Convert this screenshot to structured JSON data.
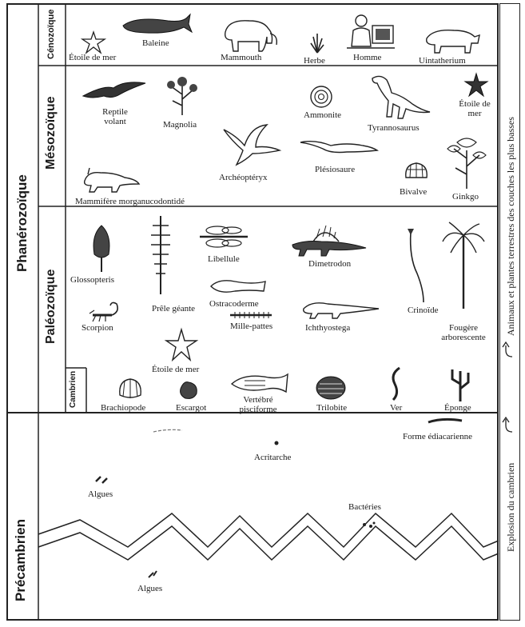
{
  "eons": {
    "phanerozoic": "Phanérozoïque",
    "precambrian": "Précambrien"
  },
  "eras": {
    "cenozoic": "Cénozoïque",
    "mesozoic": "Mésozoïque",
    "paleozoic": "Paléozoïque",
    "cambrian": "Cambrien"
  },
  "side": {
    "upper": "Animaux et plantes terrestres des couches les plus basses",
    "lower": "Explosion du cambrien"
  },
  "organisms": {
    "cenozoic": [
      "Étoile de mer",
      "Baleine",
      "Mammouth",
      "Herbe",
      "Homme",
      "Uintatherium"
    ],
    "mesozoic": [
      "Reptile volant",
      "Magnolia",
      "Ammonite",
      "Tyrannosaurus",
      "Étoile de mer",
      "Archéoptéryx",
      "Plésiosaure",
      "Mammifère morganucodontidé",
      "Bivalve",
      "Ginkgo"
    ],
    "paleozoic": [
      "Glossopteris",
      "Prêle géante",
      "Libellule",
      "Dimetrodon",
      "Ostracoderme",
      "Mille-pattes",
      "Ichthyostega",
      "Crinoïde",
      "Fougère arborescente",
      "Scorpion",
      "Étoile de mer"
    ],
    "cambrian": [
      "Brachiopode",
      "Escargot",
      "Vertébré pisciforme",
      "Trilobite",
      "Ver",
      "Éponge"
    ],
    "precambrian": [
      "Forme édiacarienne",
      "Acritarche",
      "Algues",
      "Bactéries",
      "Algues"
    ]
  }
}
